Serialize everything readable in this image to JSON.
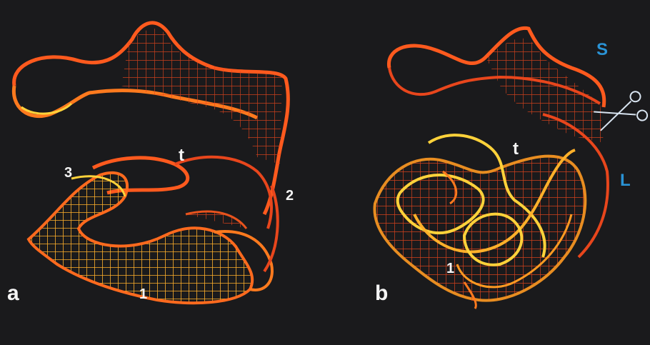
{
  "panels": [
    {
      "id": "a",
      "letter": "a",
      "labels": {
        "t": "t",
        "n1": "1",
        "n2": "2",
        "n3": "3"
      }
    },
    {
      "id": "b",
      "letter": "b",
      "labels": {
        "t": "t",
        "n1": "1",
        "S": "S",
        "L": "L"
      }
    }
  ],
  "colors": {
    "background": "#1a1a1c",
    "mesh_red": "#e8461c",
    "mesh_orange": "#ff7a1e",
    "mesh_yellow": "#ffd23a",
    "label_white": "#f4f4f4",
    "label_blue": "#2a93d5"
  },
  "icons": [
    "scissors-icon"
  ]
}
